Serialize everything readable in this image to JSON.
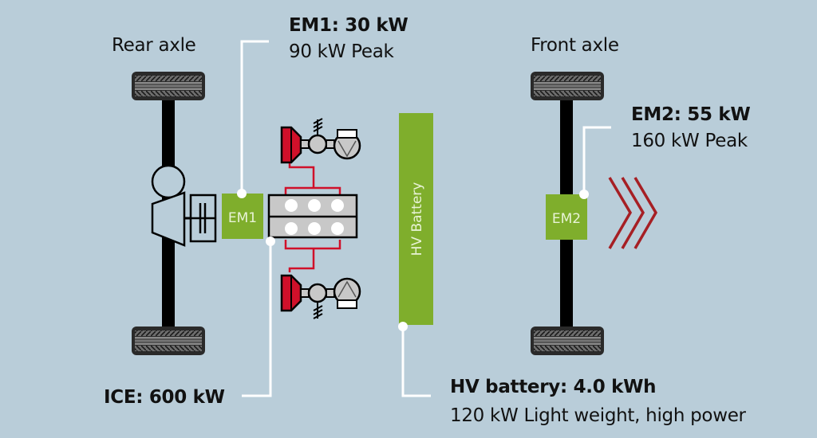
{
  "title": "Hybrid powertrain layout",
  "colors": {
    "background": "#b9cdd9",
    "em_green": "#7fae2c",
    "turbo_red": "#d0102a",
    "chevron_red": "#a61f24",
    "leader_white": "#ffffff",
    "axle_black": "#000000",
    "component_gray": "#c8c8c8"
  },
  "axles": {
    "rear": {
      "label": "Rear axle"
    },
    "front": {
      "label": "Front axle"
    }
  },
  "components": {
    "em1": {
      "box_label": "EM1",
      "title": "EM1: 30 kW",
      "detail": "90 kW Peak"
    },
    "em2": {
      "box_label": "EM2",
      "title": "EM2: 55 kW",
      "detail": "160 kW Peak"
    },
    "ice": {
      "title": "ICE: 600 kW"
    },
    "battery": {
      "box_label": "HV Battery",
      "title": "HV battery: 4.0 kWh",
      "detail": "120 kW Light weight, high power"
    }
  },
  "direction_icon": "triple-chevron-right-icon"
}
